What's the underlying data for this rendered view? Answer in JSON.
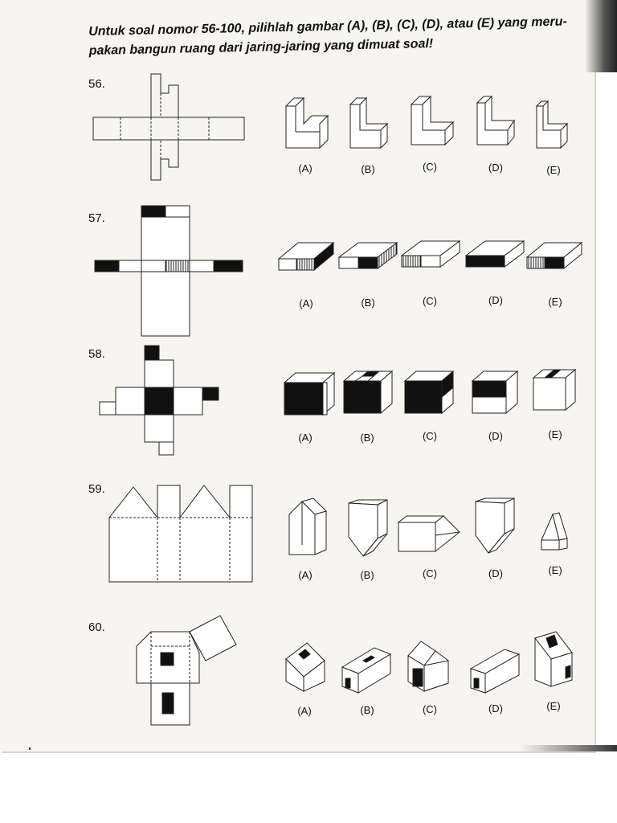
{
  "instruction": {
    "line1": "Untuk soal nomor 56-100, pilihlah gambar (A), (B), (C), (D), atau (E) yang meru-",
    "line2": "pakan bangun ruang dari jaring-jaring yang dimuat soal!"
  },
  "questions": [
    {
      "number": "56.",
      "options": [
        "(A)",
        "(B)",
        "(C)",
        "(D)",
        "(E)"
      ]
    },
    {
      "number": "57.",
      "options": [
        "(A)",
        "(B)",
        "(C)",
        "(D)",
        "(E)"
      ]
    },
    {
      "number": "58.",
      "options": [
        "(A)",
        "(B)",
        "(C)",
        "(D)",
        "(E)"
      ]
    },
    {
      "number": "59.",
      "options": [
        "(A)",
        "(B)",
        "(C)",
        "(D)",
        "(E)"
      ]
    },
    {
      "number": "60.",
      "options": [
        "(A)",
        "(B)",
        "(C)",
        "(D)",
        "(E)"
      ]
    }
  ],
  "colors": {
    "ink": "#111111",
    "paper": "#f6f5f2"
  }
}
